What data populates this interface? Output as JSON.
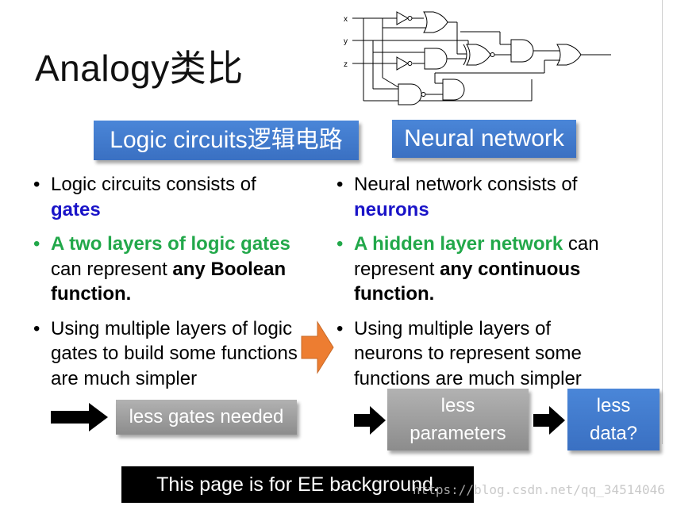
{
  "slide": {
    "title": "Analogy类比",
    "left_header": "Logic circuits逻辑电路",
    "right_header": "Neural network",
    "left_bullets": {
      "b1_text": "Logic circuits consists of ",
      "b1_highlight": "gates",
      "b2_green": "A two layers of logic gates",
      "b2_text": " can represent ",
      "b2_bold": "any Boolean function.",
      "b3_text": "Using multiple layers of logic gates to build some functions are much simpler"
    },
    "right_bullets": {
      "b1_text": "Neural network consists of ",
      "b1_highlight": "neurons",
      "b2_green": "A hidden layer network",
      "b2_text": " can represent ",
      "b2_bold": "any continuous function.",
      "b3_text": "Using multiple layers of neurons to represent some functions are much simpler"
    },
    "left_result": "less gates needed",
    "right_result_1_line1": "less",
    "right_result_1_line2": "parameters",
    "right_result_2_line1": "less",
    "right_result_2_line2": "data?",
    "banner": "This page is for EE background.",
    "watermark": "https://blog.csdn.net/qq_34514046",
    "circuit_inputs": [
      "x",
      "y",
      "z"
    ]
  },
  "colors": {
    "header_blue": "#3a70c2",
    "highlight_blue": "#1a14c8",
    "highlight_green": "#22a84a",
    "arrow_orange": "#ed7d31",
    "result_gray": "#9e9e9e"
  }
}
